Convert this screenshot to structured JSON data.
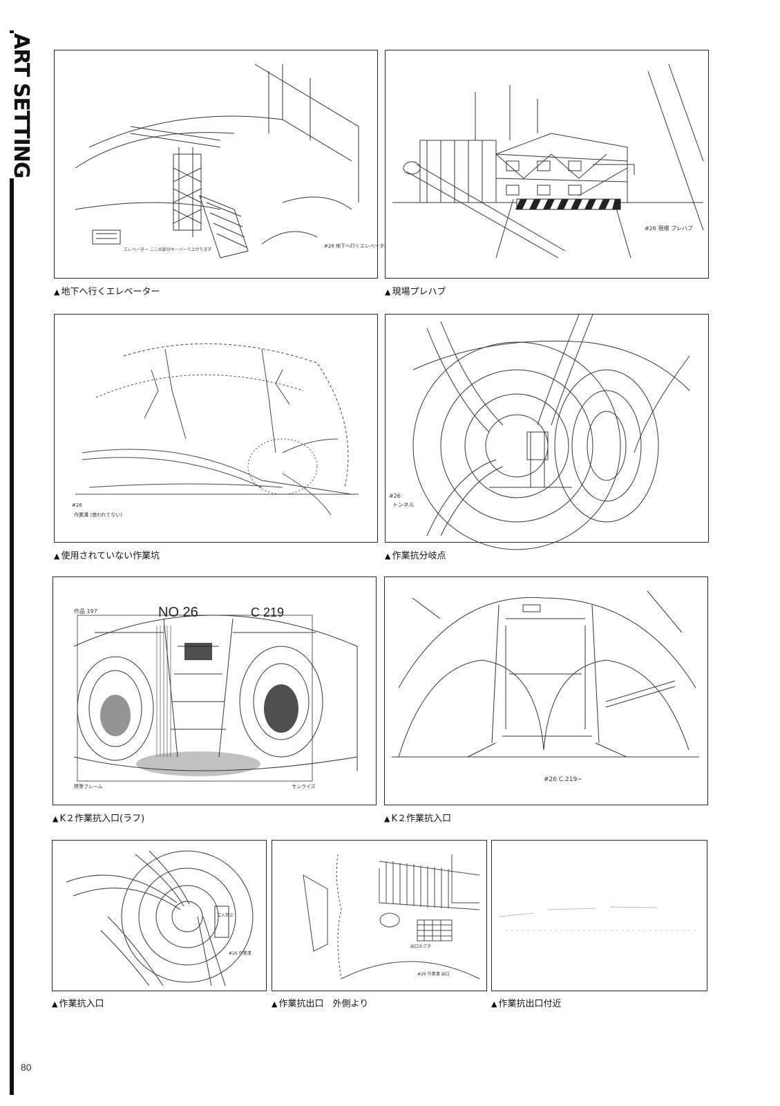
{
  "section_title": "ART SETTING",
  "page_number": "80",
  "panels": [
    {
      "caption": "地下へ行くエレベーター",
      "notes": [
        "#26 地下へ行くエレベーター",
        "エレベーター ここの部分ホーバーで上がります"
      ]
    },
    {
      "caption": "現場プレハブ",
      "notes": [
        "#26 現場 プレハブ"
      ]
    },
    {
      "caption": "使用されていない作業坑",
      "notes": [
        "#26",
        "作業溝 (使われてない)"
      ]
    },
    {
      "caption": "作業抗分岐点",
      "notes": [
        "#26",
        "トンネル"
      ]
    },
    {
      "caption": "K２作業抗入口(ラフ)",
      "notes": [
        "NO 26",
        "C 219",
        "作品 197",
        "標準フレーム",
        "サンライズ"
      ]
    },
    {
      "caption": "K２作業抗入口",
      "notes": [
        "#26 C.219~"
      ]
    },
    {
      "caption": "作業抗入口",
      "notes": [
        "#26 作業溝",
        "立入禁止"
      ]
    },
    {
      "caption": "作業抗出口　外側より",
      "notes": [
        "#26 作業溝 出口",
        "出口のフタ"
      ]
    },
    {
      "caption": "作業抗出口付近",
      "notes": []
    }
  ]
}
